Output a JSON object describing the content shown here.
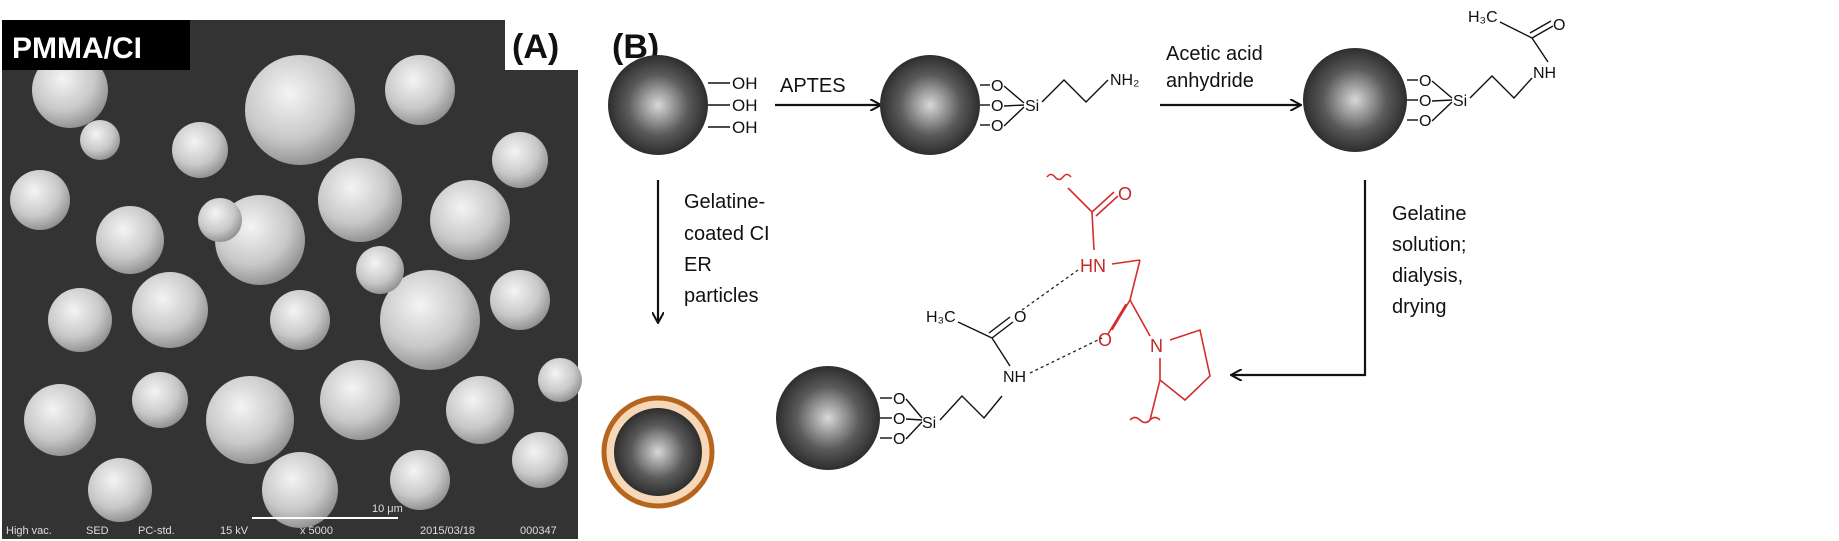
{
  "panelA": {
    "label": "(A)",
    "sample": "PMMA/CI",
    "footer": [
      "High vac.",
      "SED",
      "PC-std.",
      "15 kV",
      "x 5000",
      "10 μm",
      "2015/03/18",
      "000347"
    ]
  },
  "panelB": {
    "label": "(B)",
    "chem": {
      "oh": "OH",
      "o": "O",
      "si": "Si",
      "nh2": "NH₂",
      "nh": "NH",
      "hn": "HN",
      "n": "N",
      "h3c": "H₃C"
    },
    "steps": {
      "aptes": "APTES",
      "acetic": [
        "Acetic acid",
        "anhydride"
      ],
      "gelatine_solution": [
        "Gelatine",
        "solution;",
        "dialysis,",
        "drying"
      ],
      "gelatine_coated": [
        "Gelatine-",
        "coated CI",
        "ER",
        "particles"
      ]
    }
  },
  "colors": {
    "red": "#d32f2f",
    "shell": "#b5651d",
    "shell_inner": "#f6d7b8",
    "sem_bg": "#2a2a2a"
  }
}
